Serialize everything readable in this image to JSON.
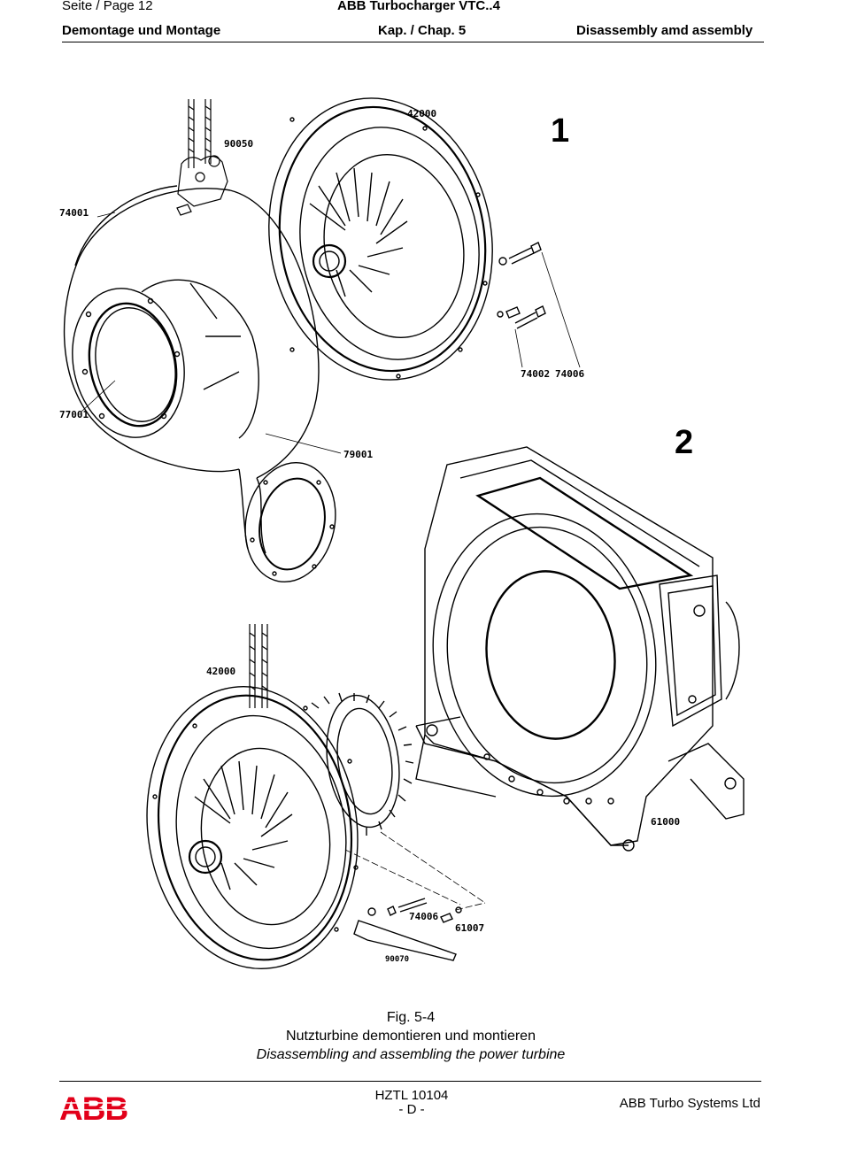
{
  "header": {
    "page": "Seite / Page  12",
    "title": "ABB Turbocharger VTC..4",
    "left": "Demontage und Montage",
    "center": "Kap. / Chap. 5",
    "right": "Disassembly amd assembly"
  },
  "figure": {
    "step1": "1",
    "step2": "2",
    "labels": {
      "p42000_top": "42000",
      "p90050": "90050",
      "p74001": "74001",
      "p77001": "77001",
      "p79001": "79001",
      "p74002": "74002",
      "p74006_top": "74006",
      "p42000_bottom": "42000",
      "p61000": "61000",
      "p74006_bottom": "74006",
      "p61007": "61007",
      "p90070": "90070"
    }
  },
  "caption": {
    "fig": "Fig. 5-4",
    "german": "Nutzturbine demontieren und montieren",
    "english": "Disassembling and assembling the power turbine"
  },
  "footer": {
    "logo": "ABB",
    "doc": "HZTL 10104",
    "lang": "- D -",
    "company": "ABB Turbo Systems Ltd",
    "logo_color": "#e2001a"
  }
}
